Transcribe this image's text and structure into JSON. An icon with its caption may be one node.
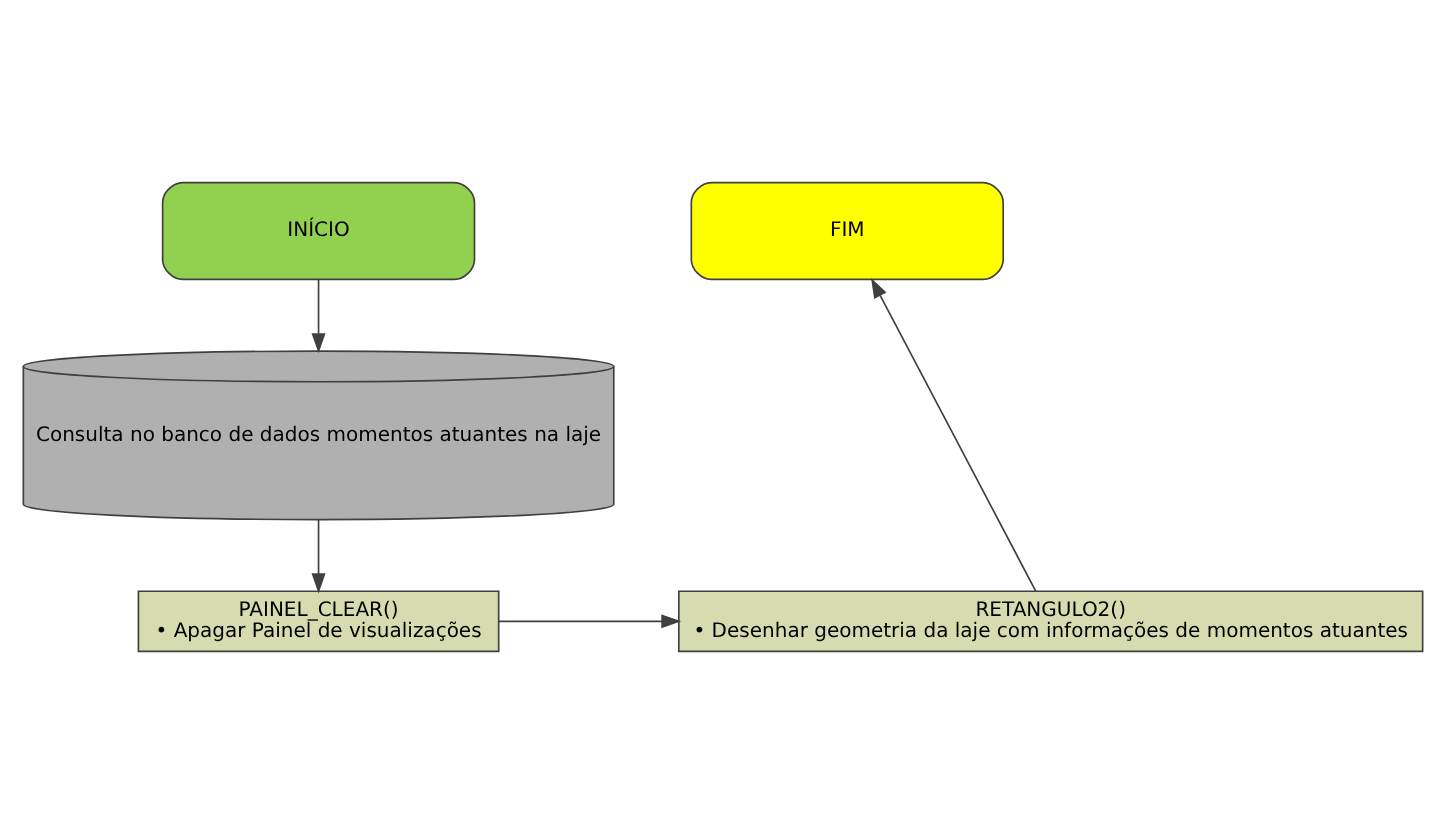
{
  "diagram": {
    "nodes": [
      {
        "text": [
          "INÍCIO"
        ]
      },
      {
        "text": [
          "Consulta no banco de dados momentos atuantes na laje"
        ]
      },
      {
        "text": [
          "PAINEL_CLEAR()",
          "• Apagar Painel de visualizações"
        ]
      },
      {
        "text": [
          "RETANGULO2()",
          "• Desenhar geometria da laje com informações de momentos atuantes"
        ]
      },
      {
        "text": [
          "FIM"
        ]
      }
    ],
    "edges": [
      {
        "from": 0,
        "to": 1,
        "arrow": "to"
      },
      {
        "from": 1,
        "to": 2,
        "arrow": "to"
      },
      {
        "from": 2,
        "to": 3,
        "arrow": "to"
      },
      {
        "from": 3,
        "to": 4,
        "arrow": "to"
      }
    ]
  }
}
